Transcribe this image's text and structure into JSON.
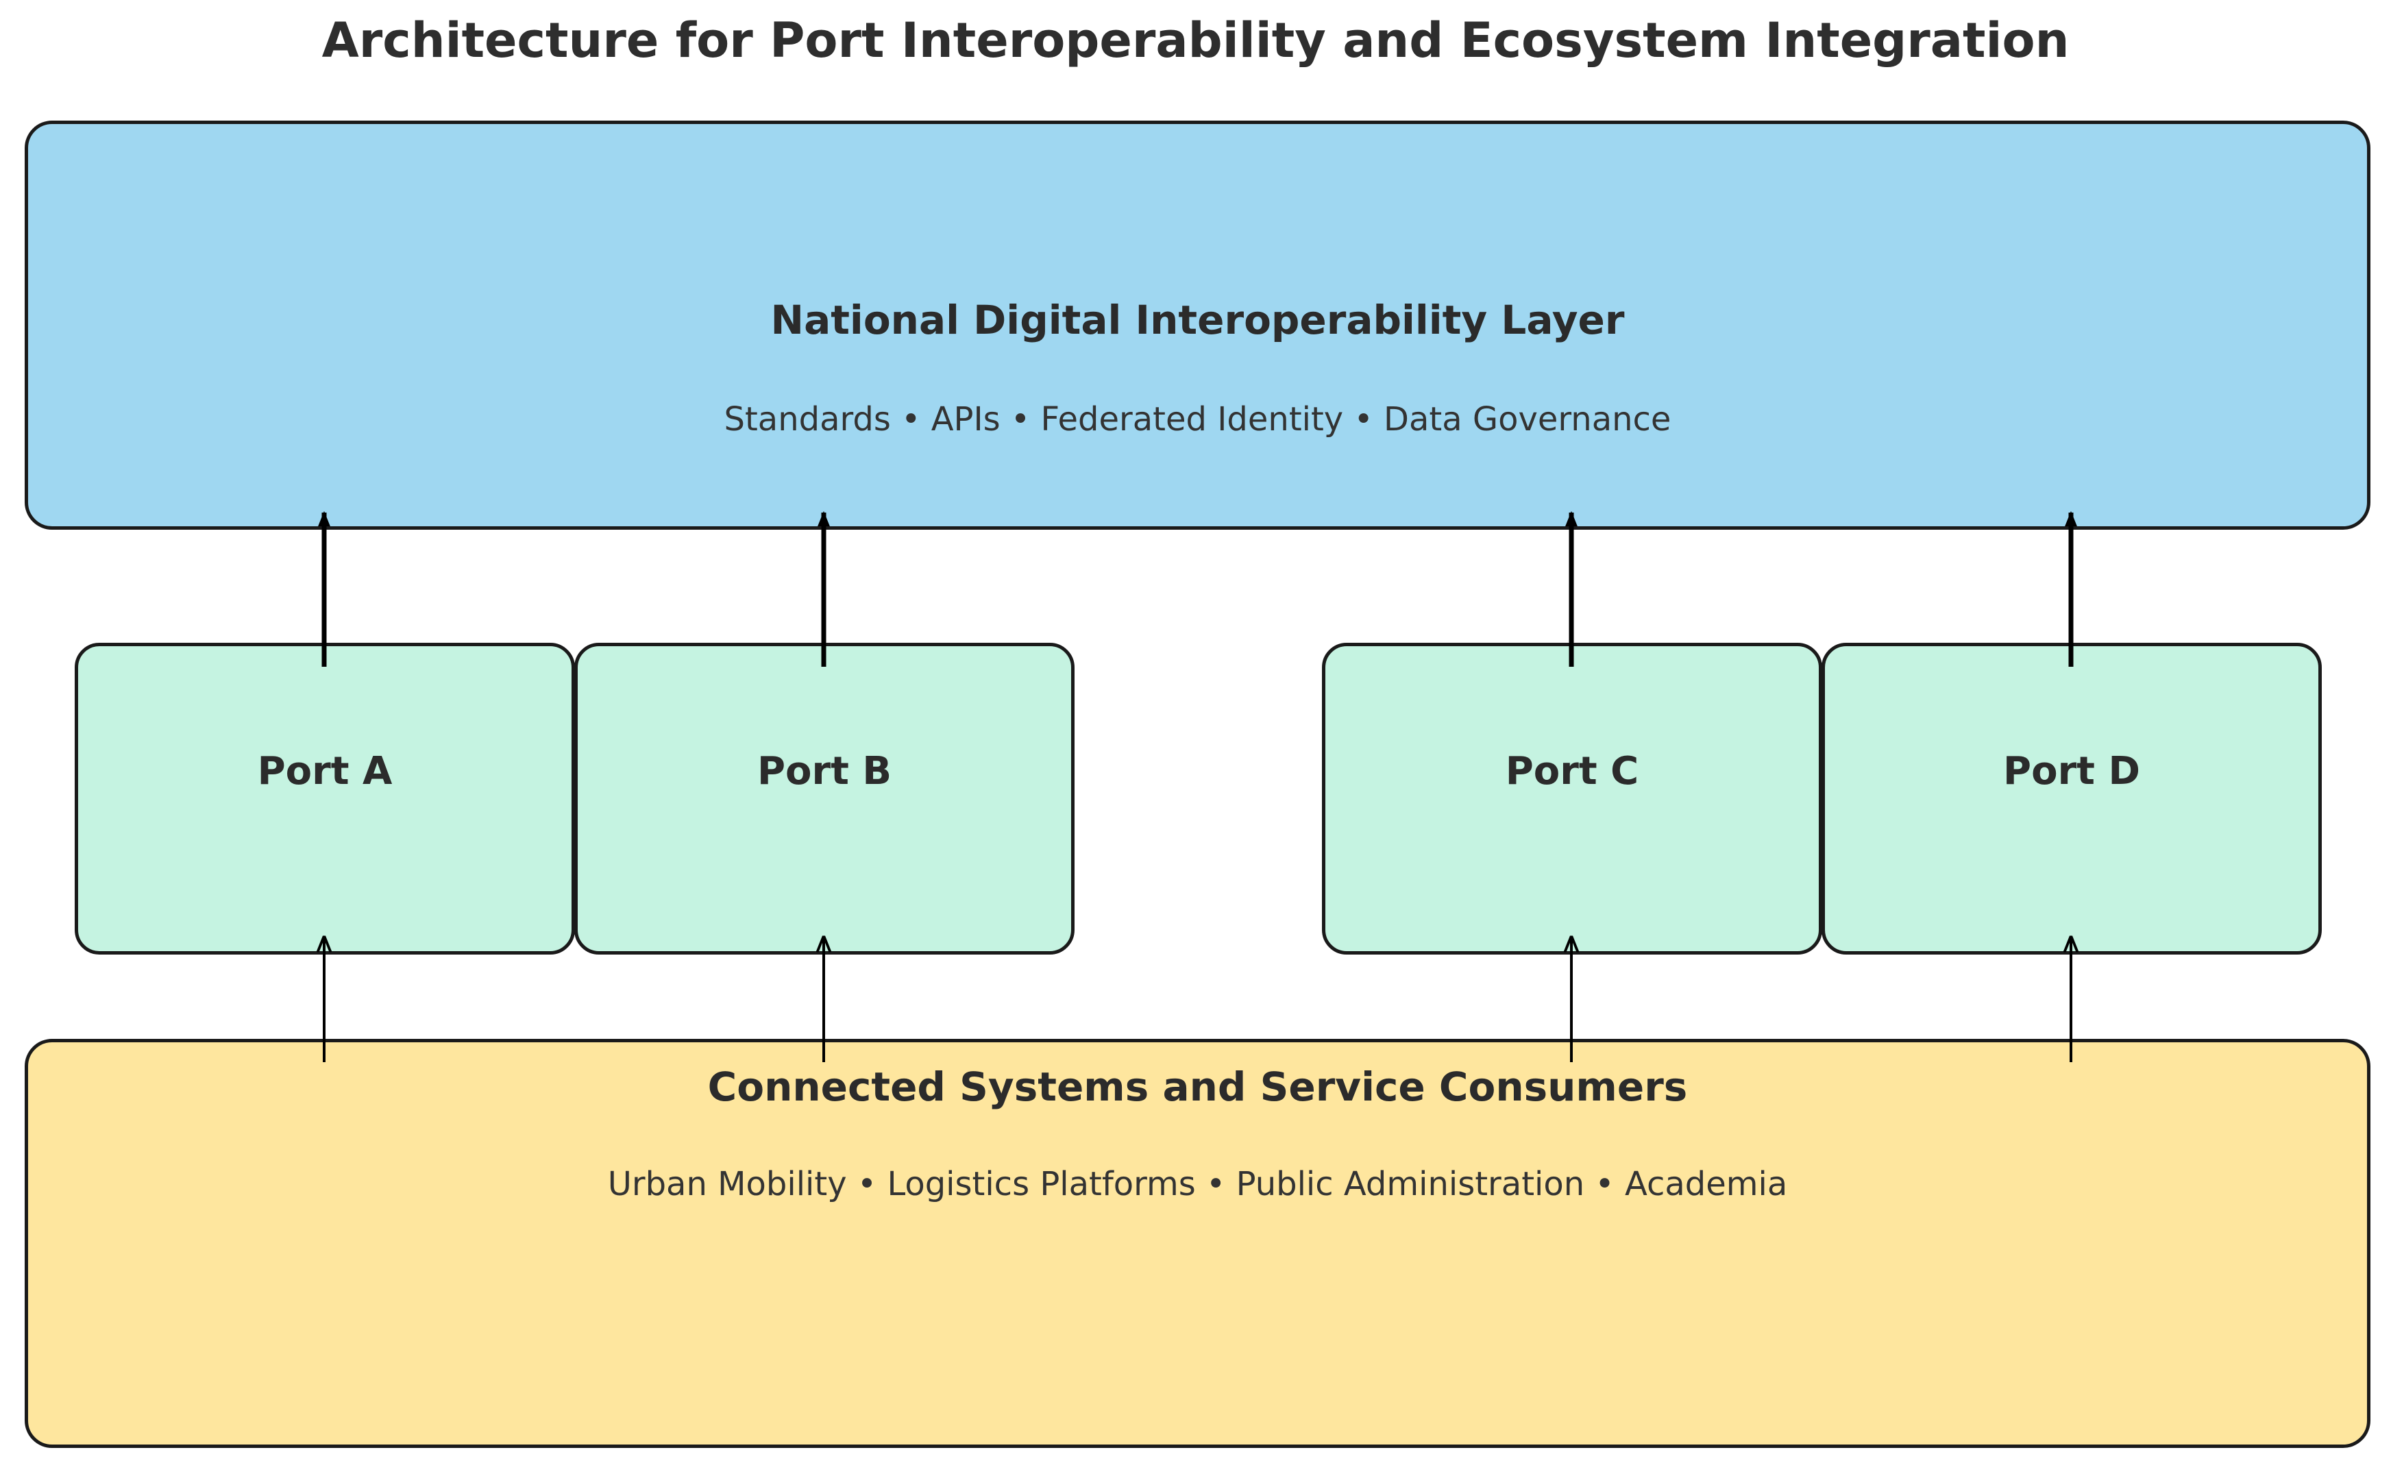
{
  "title": "Architecture for Port Interoperability and Ecosystem Integration",
  "top_layer": {
    "title": "National Digital Interoperability Layer",
    "subtitle": "Standards • APIs • Federated Identity • Data Governance"
  },
  "ports": [
    {
      "label": "Port A"
    },
    {
      "label": "Port B"
    },
    {
      "label": "Port C"
    },
    {
      "label": "Port D"
    }
  ],
  "bottom_layer": {
    "title": "Connected Systems and Service Consumers",
    "subtitle": "Urban Mobility • Logistics Platforms • Public Administration • Academia"
  },
  "colors": {
    "top_layer_fill": "#9fd7f1",
    "port_fill": "#c5f3e1",
    "bottom_layer_fill": "#fee69e",
    "stroke": "#1a1a1a"
  }
}
